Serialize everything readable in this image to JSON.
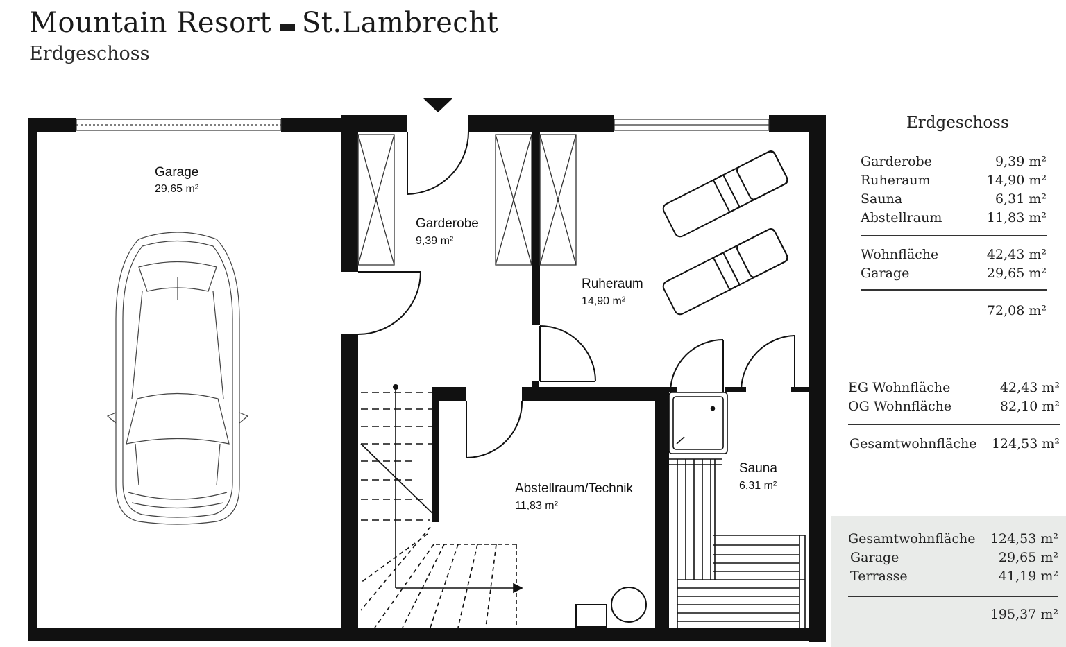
{
  "header": {
    "title_left": "Mountain Resort",
    "title_right": "St.Lambrecht",
    "subtitle": "Erdgeschoss"
  },
  "rooms": [
    {
      "id": "garage",
      "name": "Garage",
      "area": "29,65 m²"
    },
    {
      "id": "garderobe",
      "name": "Garderobe",
      "area": "9,39 m²"
    },
    {
      "id": "ruheraum",
      "name": "Ruheraum",
      "area": "14,90 m²"
    },
    {
      "id": "abstellraum",
      "name": "Abstellraum/Technik",
      "area": "11,83 m²"
    },
    {
      "id": "sauna",
      "name": "Sauna",
      "area": "6,31 m²"
    }
  ],
  "summary": {
    "title": "Erdgeschoss",
    "rooms": [
      {
        "label": "Garderobe",
        "value": "9,39 m²"
      },
      {
        "label": "Ruheraum",
        "value": "14,90 m²"
      },
      {
        "label": "Sauna",
        "value": "6,31 m²"
      },
      {
        "label": "Abstellraum",
        "value": "11,83 m²"
      }
    ],
    "totals": [
      {
        "label": "Wohnfläche",
        "value": "42,43 m²"
      },
      {
        "label": "Garage",
        "value": "29,65 m²"
      }
    ],
    "grand_total": "72,08 m²"
  },
  "floors": {
    "rows": [
      {
        "label": "EG Wohnfläche",
        "value": "42,43 m²"
      },
      {
        "label": "OG Wohnfläche",
        "value": "82,10 m²"
      }
    ],
    "total": {
      "label": "Gesamtwohnfläche",
      "value": "124,53 m²"
    }
  },
  "overall": {
    "rows": [
      {
        "label": "Gesamtwohnfläche",
        "value": "124,53 m²"
      },
      {
        "label": "Garage",
        "value": "29,65 m²"
      },
      {
        "label": "Terrasse",
        "value": "41,19 m²"
      }
    ],
    "total": "195,37 m²"
  }
}
